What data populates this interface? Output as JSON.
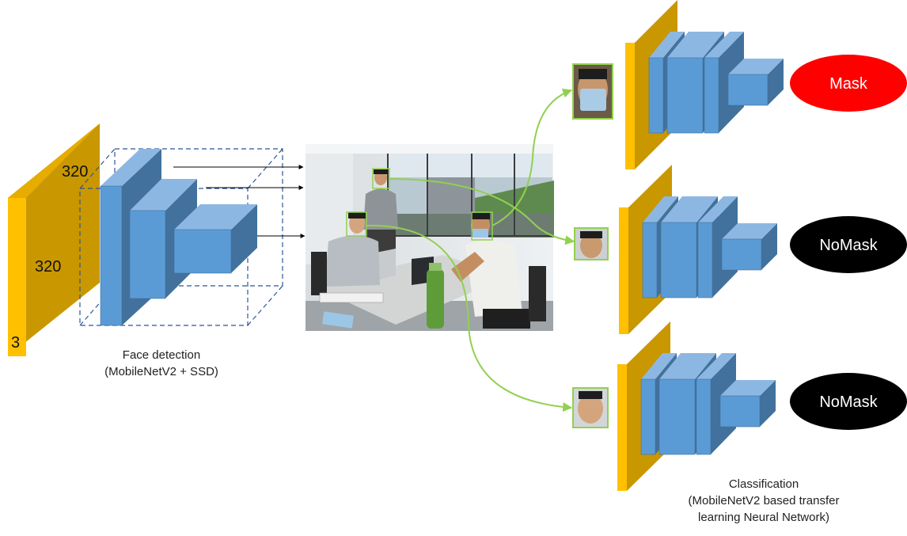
{
  "input": {
    "width_label": "320",
    "height_label": "320",
    "channels_label": "3"
  },
  "detection_caption": {
    "line1": "Face detection",
    "line2": "(MobileNetV2 + SSD)"
  },
  "classification_caption": {
    "line1": "Classification",
    "line2": "(MobileNetV2 based transfer",
    "line3": "learning Neural Network)"
  },
  "results": [
    {
      "label": "Mask",
      "color": "#ff0000"
    },
    {
      "label": "NoMask",
      "color": "#000000"
    },
    {
      "label": "NoMask",
      "color": "#000000"
    }
  ],
  "colors": {
    "gold_front": "#ffc000",
    "gold_side": "#c99700",
    "blue_front": "#5b9bd5",
    "blue_side": "#41719c",
    "blue_top": "#8db7e3",
    "connector": "#92d050",
    "dashed": "#2f5597"
  }
}
